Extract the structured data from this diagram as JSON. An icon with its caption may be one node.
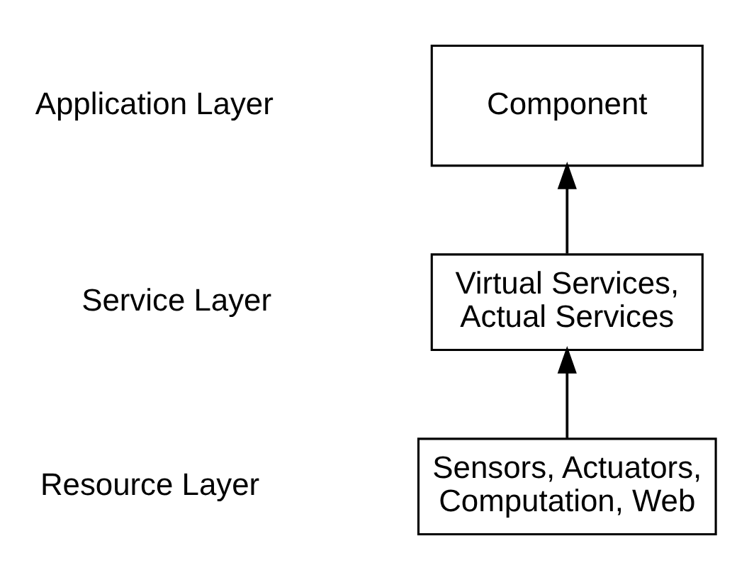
{
  "diagram": {
    "nodes": [
      {
        "text": [
          "Component"
        ]
      },
      {
        "text": [
          "Virtual Services, Actual Services"
        ]
      },
      {
        "text": [
          "Sensors, Actuators, Computation, Web"
        ]
      }
    ],
    "edges": [
      {
        "from": 2,
        "to": 1,
        "arrow": "to"
      },
      {
        "from": 1,
        "to": 0,
        "arrow": "to"
      }
    ],
    "labels": [
      "Application Layer",
      "Service Layer",
      "Resource Layer"
    ]
  }
}
